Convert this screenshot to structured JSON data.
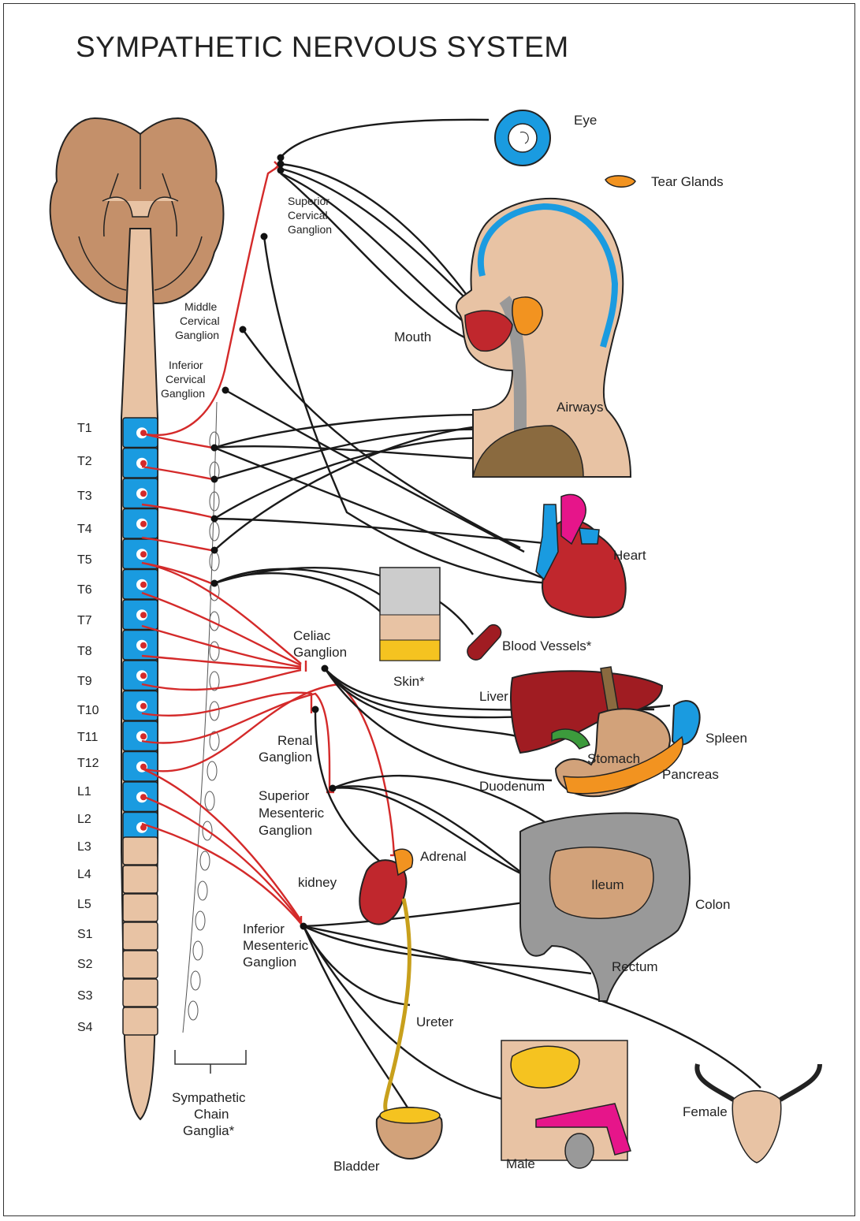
{
  "title": "SYMPATHETIC NERVOUS SYSTEM",
  "segments": [
    "T1",
    "T2",
    "T3",
    "T4",
    "T5",
    "T6",
    "T7",
    "T8",
    "T9",
    "T10",
    "T11",
    "T12",
    "L1",
    "L2",
    "L3",
    "L4",
    "L5",
    "S1",
    "S2",
    "S3",
    "S4"
  ],
  "ganglia": {
    "superior_cervical": [
      "Superior",
      "Cervical",
      "Ganglion"
    ],
    "middle_cervical": [
      "Middle",
      "Cervical",
      "Ganglion"
    ],
    "inferior_cervical": [
      "Inferior",
      "Cervical",
      "Ganglion"
    ],
    "celiac": [
      "Celiac",
      "Ganglion"
    ],
    "renal": [
      "Renal",
      "Ganglion"
    ],
    "superior_mesenteric": [
      "Superior",
      "Mesenteric",
      "Ganglion"
    ],
    "inferior_mesenteric": [
      "Inferior",
      "Mesenteric",
      "Ganglion"
    ],
    "chain": [
      "Sympathetic",
      "Chain",
      "Ganglia*"
    ]
  },
  "organs": {
    "eye": "Eye",
    "tear_glands": "Tear Glands",
    "mouth": "Mouth",
    "airways": "Airways",
    "heart": "Heart",
    "skin": "Skin*",
    "blood_vessels": "Blood Vessels*",
    "liver": "Liver",
    "spleen": "Spleen",
    "stomach": "Stomach",
    "pancreas": "Pancreas",
    "duodenum": "Duodenum",
    "adrenal": "Adrenal",
    "kidney": "kidney",
    "ileum": "Ileum",
    "colon": "Colon",
    "rectum": "Rectum",
    "ureter": "Ureter",
    "female": "Female",
    "bladder": "Bladder",
    "male": "Male"
  },
  "colors": {
    "preganglionic": "#d42a2a",
    "postganglionic": "#1a1a1a",
    "vertebra_thoracolumbar": "#1a9be0",
    "vertebra_other": "#e8c3a4",
    "brain": "#c4906a",
    "spine": "#e8c3a4"
  }
}
